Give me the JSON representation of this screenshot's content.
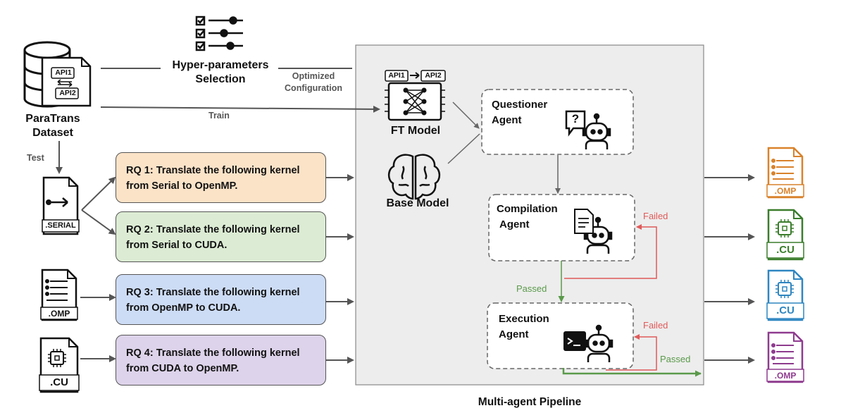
{
  "dataset": {
    "label_line1": "ParaTrans",
    "label_line2": "Dataset",
    "api1": "API1",
    "api2": "API2"
  },
  "hyperparams": {
    "line1": "Hyper-parameters",
    "line2": "Selection"
  },
  "edges": {
    "optimized_line1": "Optimized",
    "optimized_line2": "Configuration",
    "train": "Train",
    "test": "Test",
    "passed": "Passed",
    "failed": "Failed"
  },
  "models": {
    "ft_label": "FT Model",
    "base_label": "Base Model",
    "api1": "API1",
    "api2": "API2"
  },
  "input_files": {
    "serial": ".SERIAL",
    "omp": ".OMP",
    "cu": ".CU"
  },
  "rq": [
    {
      "line1": "RQ 1: Translate the following kernel",
      "line2": "from Serial to OpenMP.",
      "color": "#fbe3c8"
    },
    {
      "line1": "RQ 2: Translate the following kernel",
      "line2": "from Serial to CUDA.",
      "color": "#dcecd4"
    },
    {
      "line1": "RQ 3: Translate the following kernel",
      "line2": "from OpenMP to CUDA.",
      "color": "#cddcf5"
    },
    {
      "line1": "RQ 4: Translate the following kernel",
      "line2": "from CUDA to OpenMP.",
      "color": "#ddd3ea"
    }
  ],
  "agents": {
    "questioner_line1": "Questioner",
    "questioner_line2": "Agent",
    "compilation_line1": "Compilation",
    "compilation_line2": "Agent",
    "execution_line1": "Execution",
    "execution_line2": "Agent",
    "question_mark": "?"
  },
  "pipeline_label": "Multi-agent Pipeline",
  "outputs": [
    {
      "label": ".OMP",
      "color": "#d9822b"
    },
    {
      "label": ".CU",
      "color": "#3a7d2c"
    },
    {
      "label": ".CU",
      "color": "#2e86c1"
    },
    {
      "label": ".OMP",
      "color": "#8e3b8e"
    }
  ],
  "colors": {
    "failed": "#e05a5a",
    "passed": "#5a9a4a",
    "arrow": "#555555",
    "pipeline_bg": "#ededed"
  }
}
